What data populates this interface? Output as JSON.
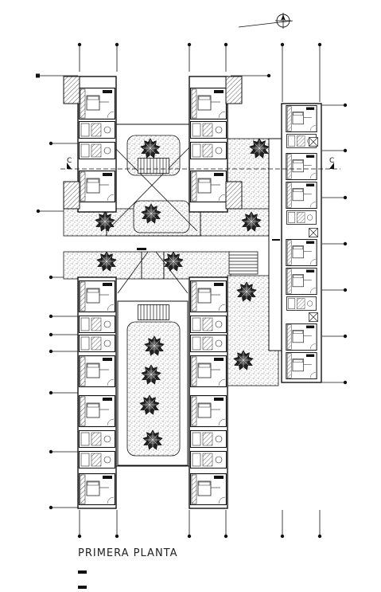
{
  "drawing": {
    "title": "PRIMERA PLANTA",
    "section_marks": [
      "C",
      "C"
    ]
  },
  "icons": {
    "north": "north-arrow-icon",
    "tree": "tree-icon",
    "stair": "stair-icon"
  }
}
